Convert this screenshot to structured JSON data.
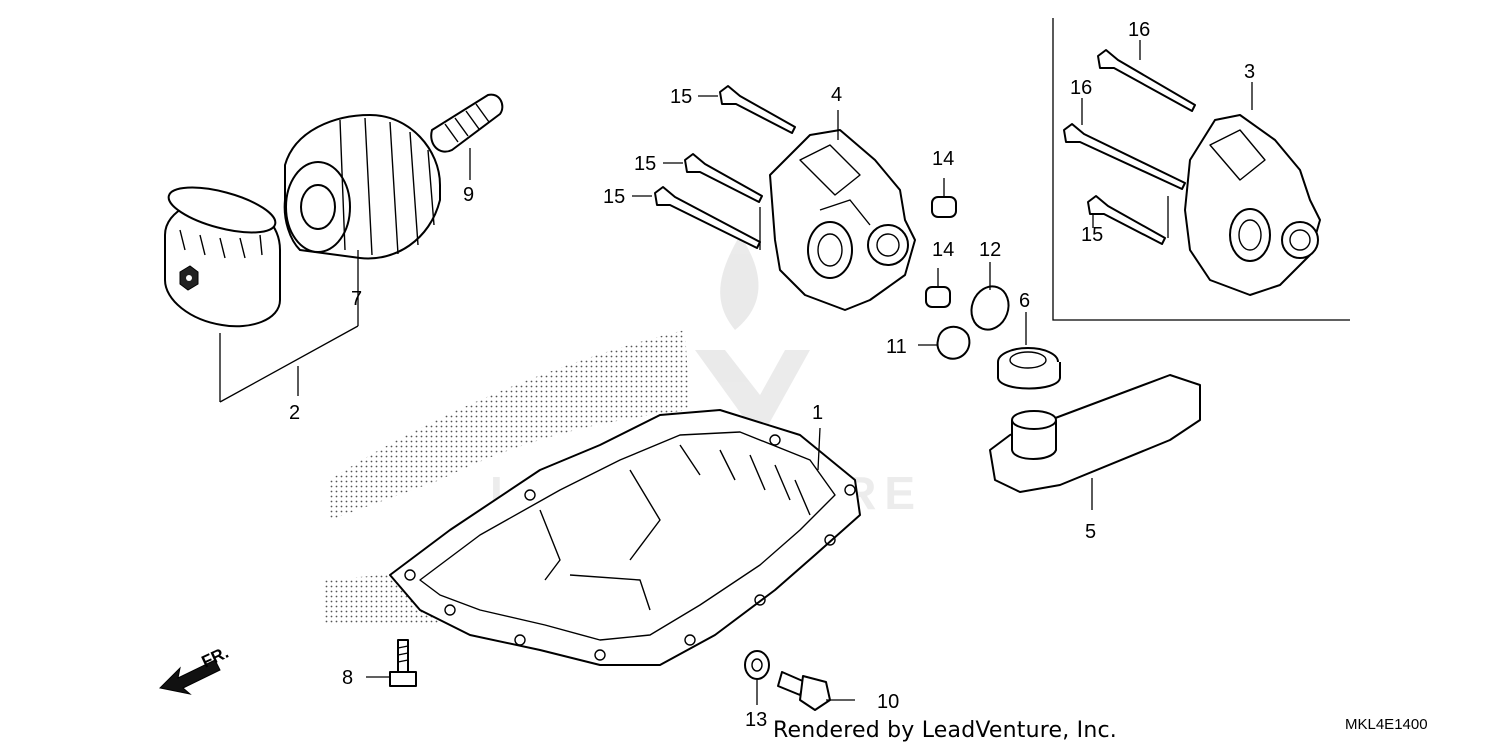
{
  "watermark": {
    "text": "LEADVENTURE"
  },
  "direction_marker": {
    "label": "FR."
  },
  "footer": {
    "credit": "Rendered by LeadVenture, Inc.",
    "diagram_code": "MKL4E1400"
  },
  "callouts": {
    "c1": "1",
    "c2": "2",
    "c3": "3",
    "c4": "4",
    "c5": "5",
    "c6": "6",
    "c7": "7",
    "c8": "8",
    "c9": "9",
    "c10": "10",
    "c11": "11",
    "c12": "12",
    "c13": "13",
    "c14a": "14",
    "c14b": "14",
    "c15a": "15",
    "c15b": "15",
    "c15c": "15",
    "c15d": "15",
    "c16a": "16",
    "c16b": "16"
  }
}
